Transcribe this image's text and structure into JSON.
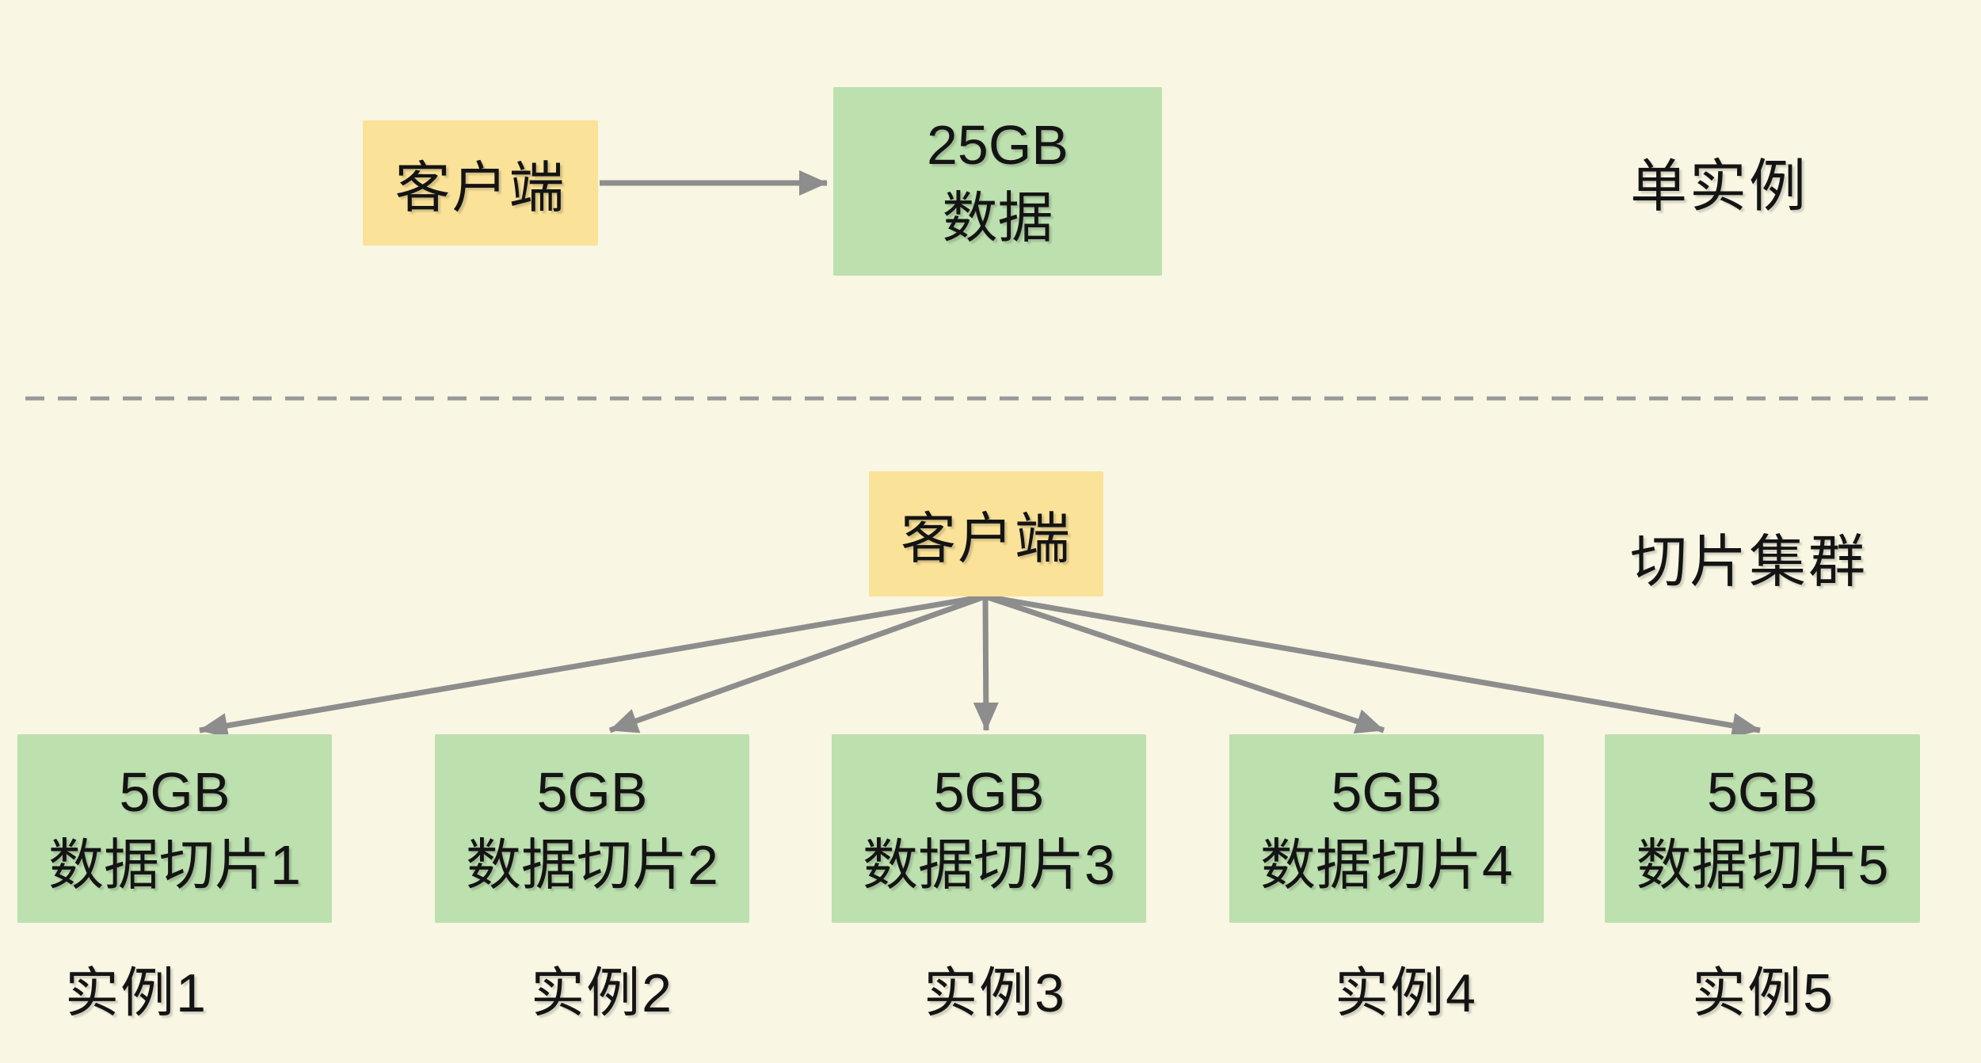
{
  "colors": {
    "background": "#F9F6E3",
    "client_box_fill": "#FAE299",
    "data_box_fill": "#BDE0AF",
    "arrow": "#8D8D8D",
    "divider": "#999999",
    "text": "#141414"
  },
  "single_instance": {
    "client_label": "客户端",
    "data_box_line1": "25GB",
    "data_box_line2": "数据",
    "section_label": "单实例"
  },
  "sharded_cluster": {
    "client_label": "客户端",
    "section_label": "切片集群",
    "shards": [
      {
        "size": "5GB",
        "name": "数据切片1",
        "instance": "实例1"
      },
      {
        "size": "5GB",
        "name": "数据切片2",
        "instance": "实例2"
      },
      {
        "size": "5GB",
        "name": "数据切片3",
        "instance": "实例3"
      },
      {
        "size": "5GB",
        "name": "数据切片4",
        "instance": "实例4"
      },
      {
        "size": "5GB",
        "name": "数据切片5",
        "instance": "实例5"
      }
    ]
  }
}
